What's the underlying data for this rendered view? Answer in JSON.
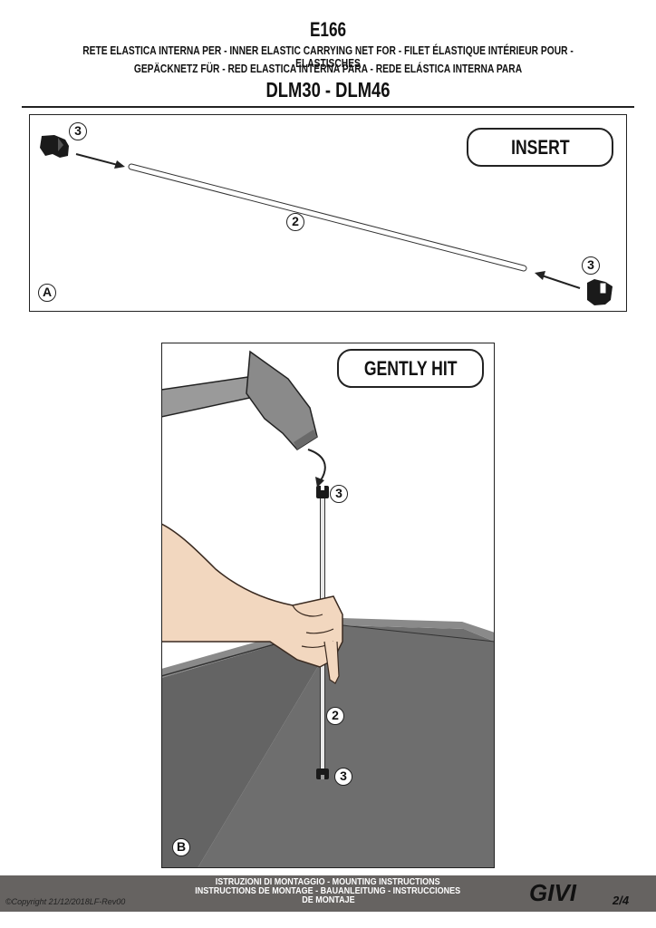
{
  "header": {
    "code": "E166",
    "line1": "RETE ELASTICA INTERNA PER - INNER ELASTIC CARRYING NET FOR - FILET ÉLASTIQUE INTÉRIEUR POUR - ELASTISCHES",
    "line2": "GEPÄCKNETZ FÜR - RED ELASTICA INTERNA PARA - REDE ELÁSTICA INTERNA PARA",
    "models": "DLM30 - DLM46"
  },
  "panel_a": {
    "label": "A",
    "instruction": "INSERT",
    "callouts": [
      "3",
      "2",
      "3"
    ]
  },
  "panel_b": {
    "label": "B",
    "instruction": "GENTLY HIT",
    "callouts": [
      "3",
      "2",
      "3"
    ]
  },
  "footer": {
    "line1": "ISTRUZIONI DI MONTAGGIO  -  MOUNTING INSTRUCTIONS",
    "line2": "INSTRUCTIONS DE MONTAGE - BAUANLEITUNG - INSTRUCCIONES",
    "line3": "DE MONTAJE",
    "copyright": "©Copyright 21/12/2018LF-Rev00",
    "logo": "GIVI",
    "page": "2/4"
  },
  "colors": {
    "footer_bar": "#666361",
    "skin": "#f2d7bf",
    "table": "#6e6e6e",
    "hammer": "#9a9a9a"
  }
}
